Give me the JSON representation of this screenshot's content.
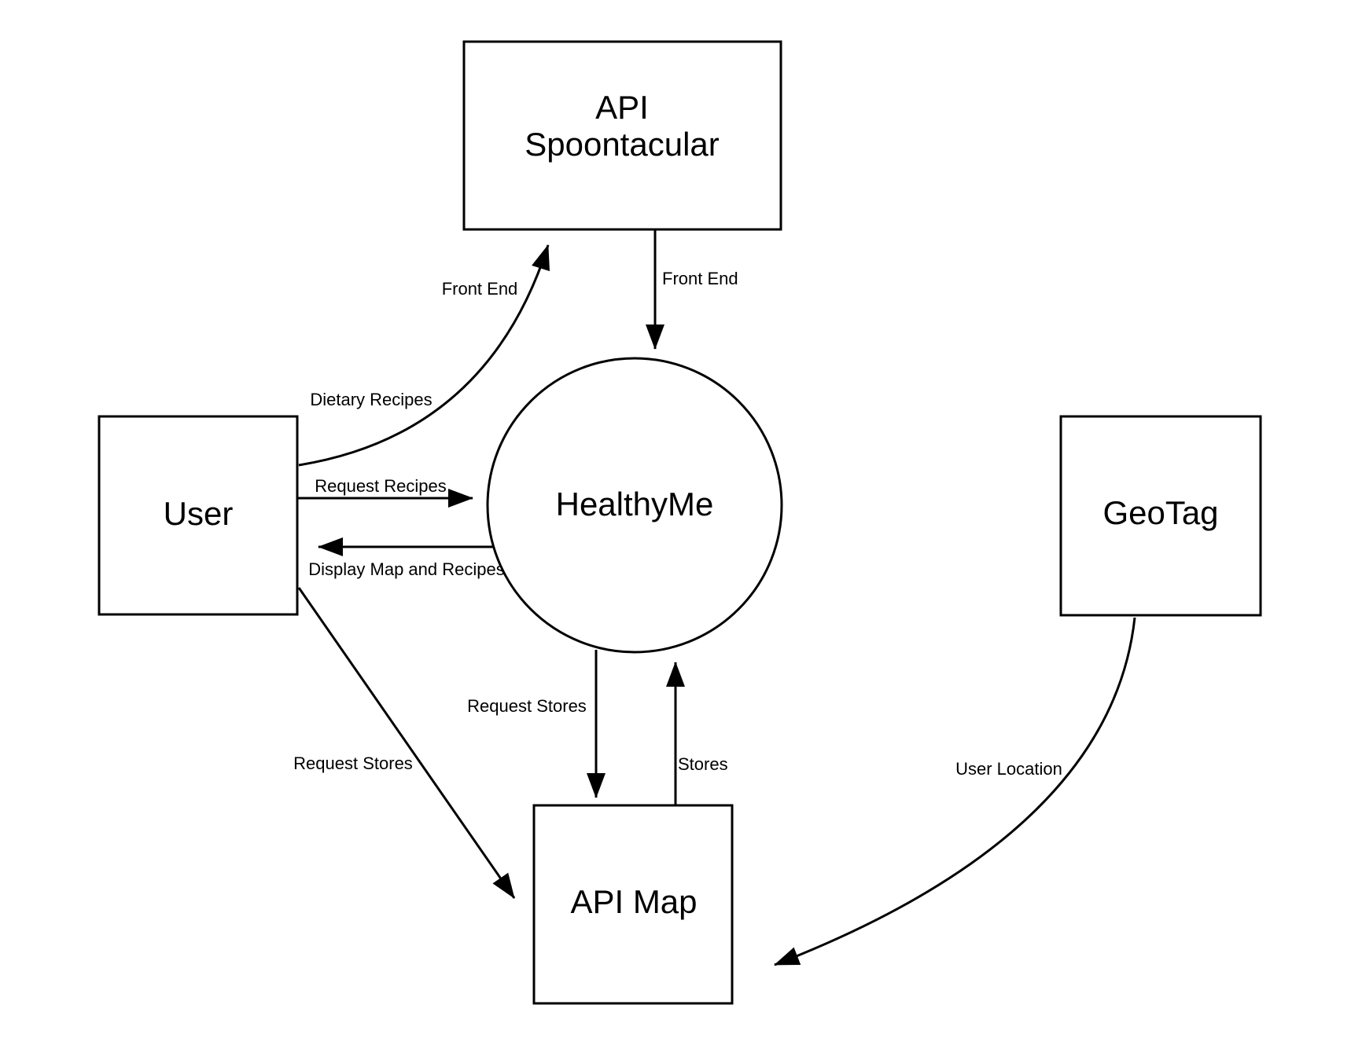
{
  "diagram": {
    "background_color": "#ffffff",
    "line_color": "#000000",
    "text_color": "#000000",
    "nodes": {
      "api_spoontacular": {
        "type": "rectangle",
        "label_lines": [
          "API",
          "Spoontacular"
        ]
      },
      "user": {
        "type": "rectangle",
        "label": "User"
      },
      "healthyme": {
        "type": "circle",
        "label": "HealthyMe"
      },
      "geotag": {
        "type": "rectangle",
        "label": "GeoTag"
      },
      "api_map": {
        "type": "rectangle",
        "label": "API Map"
      }
    },
    "edges": {
      "user_to_api_spoontacular": {
        "from": "User",
        "to": "API Spoontacular",
        "labels": [
          "Front End",
          "Dietary Recipes"
        ]
      },
      "api_spoontacular_to_healthyme": {
        "from": "API Spoontacular",
        "to": "HealthyMe",
        "label": "Front End"
      },
      "user_to_healthyme": {
        "from": "User",
        "to": "HealthyMe",
        "label": "Request Recipes"
      },
      "healthyme_to_user": {
        "from": "HealthyMe",
        "to": "User",
        "label": "Display Map and Recipes"
      },
      "user_to_api_map": {
        "from": "User",
        "to": "API Map",
        "label": "Request Stores"
      },
      "healthyme_to_api_map": {
        "from": "HealthyMe",
        "to": "API Map",
        "label": "Request Stores"
      },
      "api_map_to_healthyme": {
        "from": "API Map",
        "to": "HealthyMe",
        "label": "Stores"
      },
      "geotag_to_api_map": {
        "from": "GeoTag",
        "to": "API Map",
        "label": "User Location"
      }
    }
  }
}
